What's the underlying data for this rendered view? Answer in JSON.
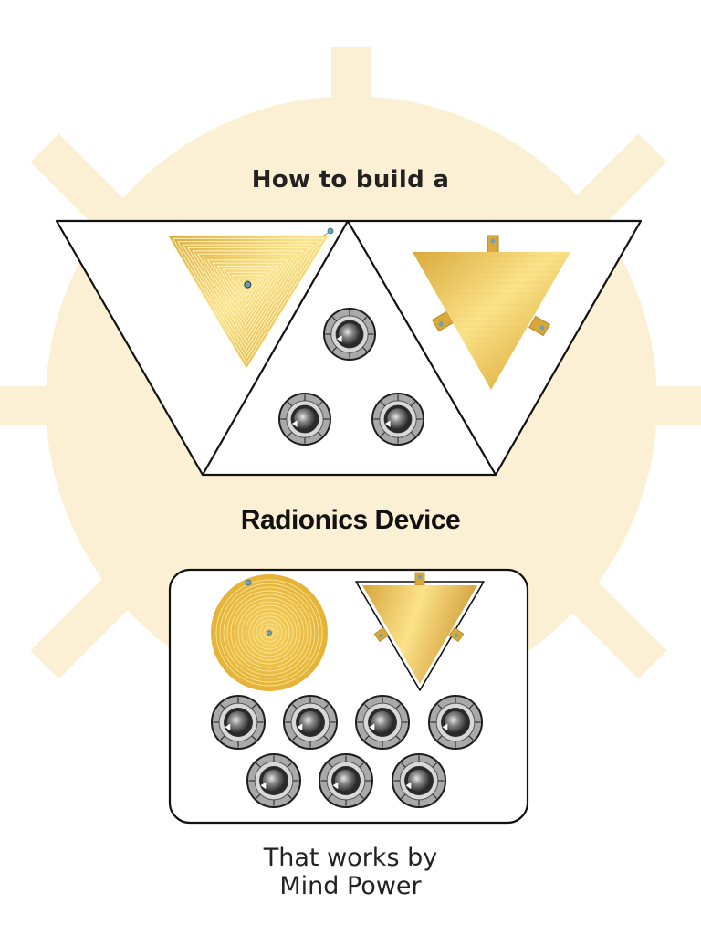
{
  "heading": {
    "line1": "How to build a",
    "line2": "Radionics Device"
  },
  "subtitle": {
    "line1": "That works by",
    "line2": "Mind Power"
  },
  "colors": {
    "sunburst": "#fbf0d4",
    "gold_light": "#fbe38a",
    "gold_dark": "#d4a23a",
    "outline": "#111111",
    "dial_ring": "#a8a8a8",
    "dial_center": "#3a3a3a"
  },
  "icons": {
    "background": "sunburst",
    "spiral": "square-spiral-triangle",
    "round_spiral": "circular-spiral-plate",
    "plate": "gold-triangle-plate",
    "dial": "tuning-dial"
  }
}
